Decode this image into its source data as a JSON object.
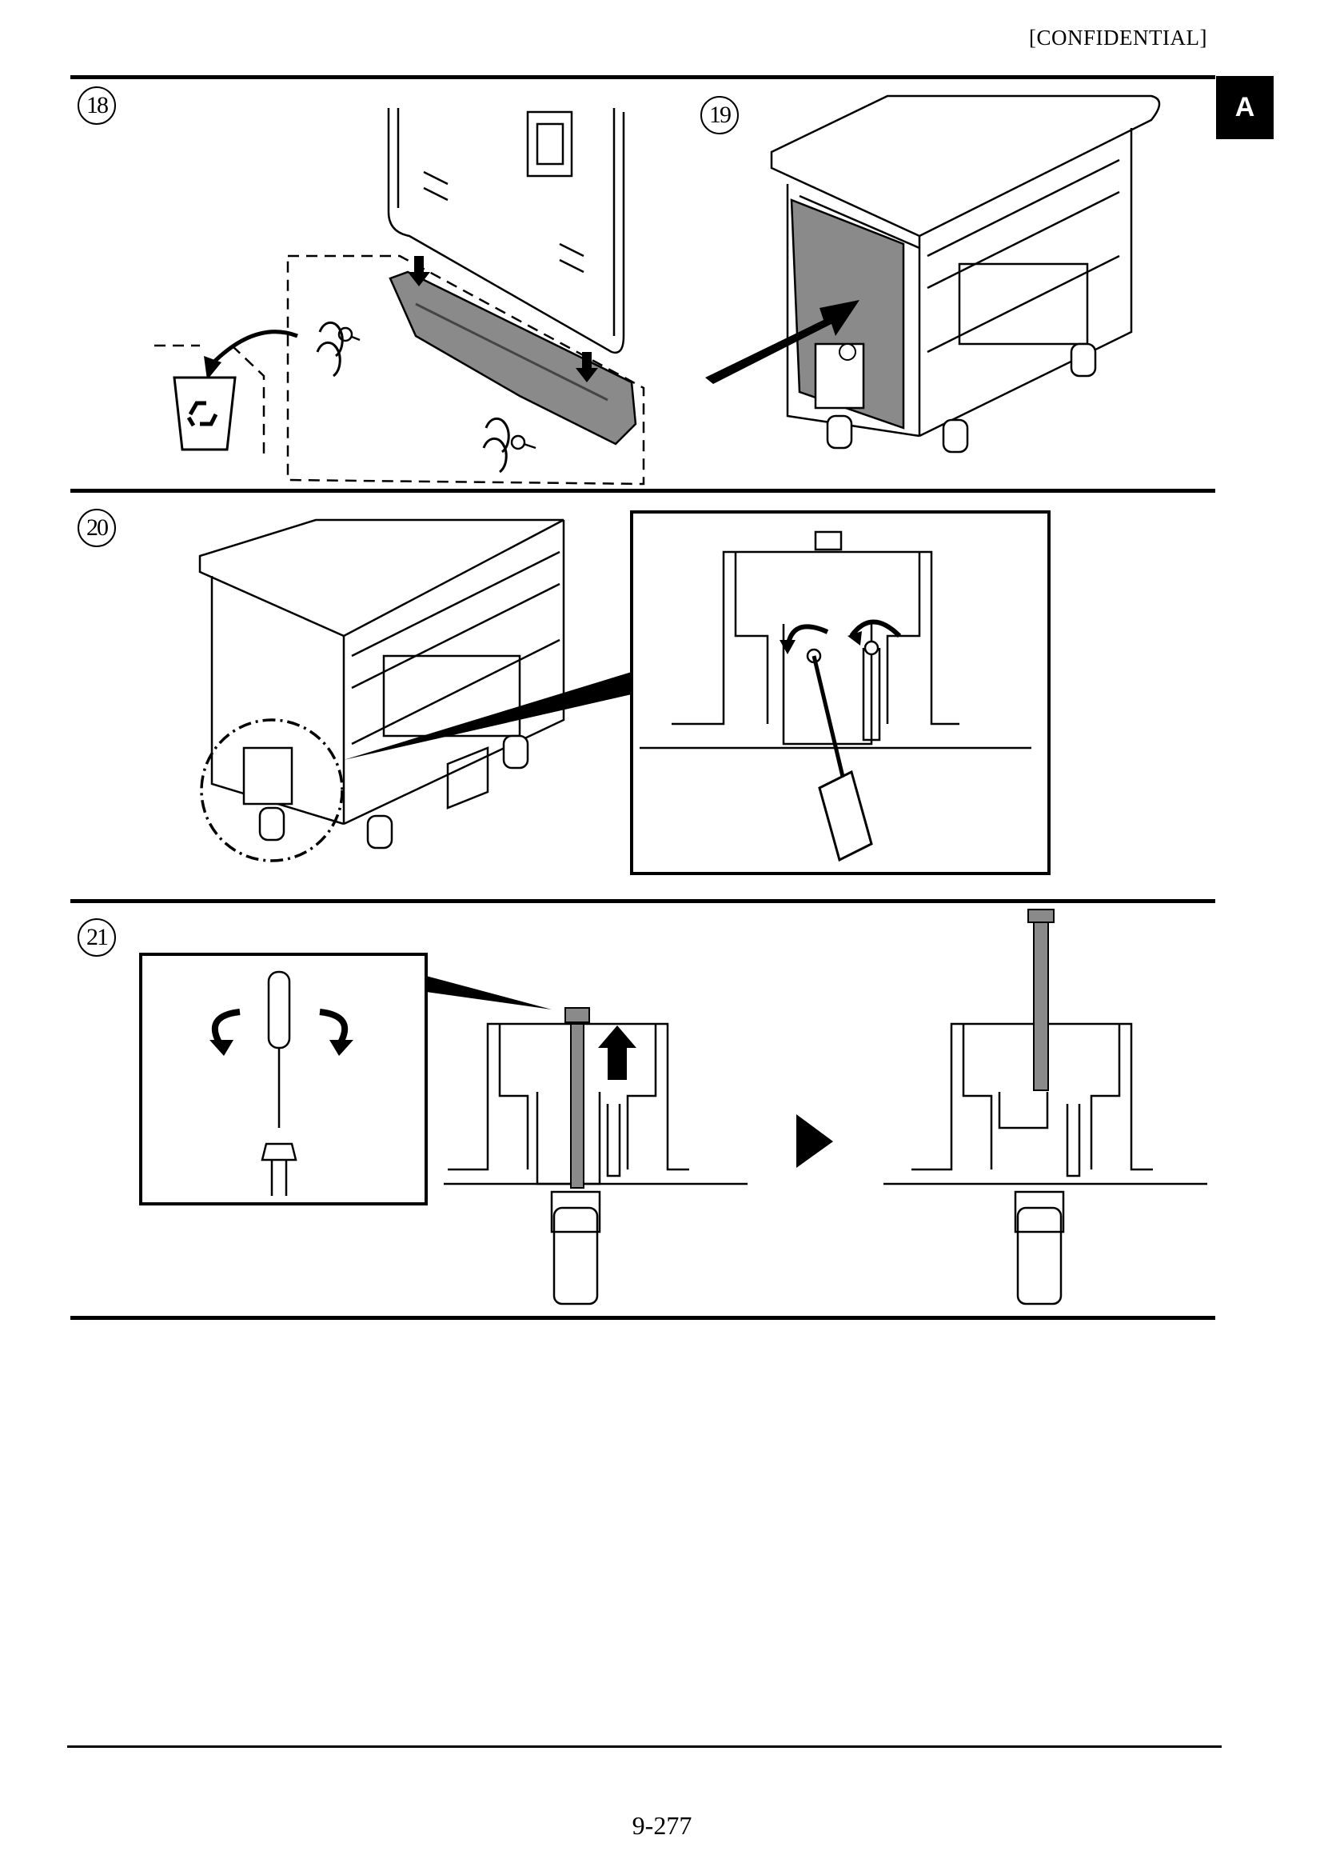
{
  "header": {
    "confidential_label": "[CONFIDENTIAL]"
  },
  "section_tab": {
    "label": "A"
  },
  "steps": [
    {
      "number": "18"
    },
    {
      "number": "19"
    },
    {
      "number": "20"
    },
    {
      "number": "21"
    }
  ],
  "footer": {
    "page_number": "9-277"
  },
  "icons": {
    "recycle": "recycle-bin-icon",
    "rotate": "screw-rotate-icon",
    "arrow": "direction-arrow-icon",
    "next": "next-step-triangle-icon"
  }
}
